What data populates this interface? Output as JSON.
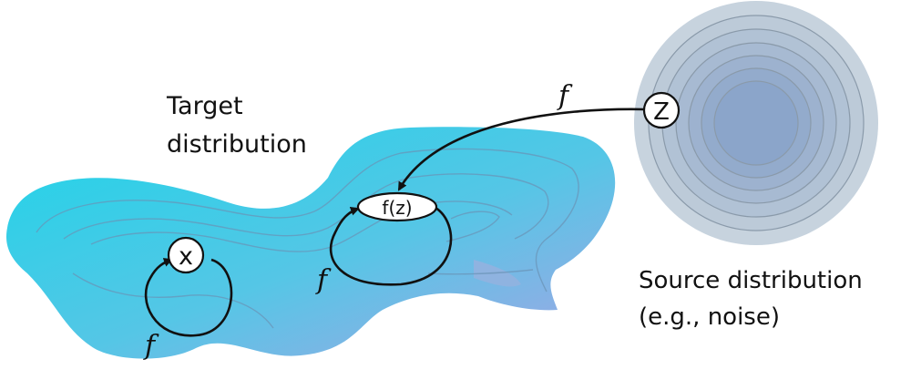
{
  "labels": {
    "target_line1": "Target",
    "target_line2": "distribution",
    "source_line1": "Source distribution",
    "source_line2": "(e.g., noise)"
  },
  "nodes": {
    "x": "x",
    "fz": "f(z)",
    "z": "Z"
  },
  "arrows": {
    "f_top": "f",
    "f_mid": "f",
    "f_bottom": "f"
  },
  "colors": {
    "target_blob_start": "#22d2e6",
    "target_blob_end": "#9aa7e4",
    "source_ring_outer": "#b8c8d6",
    "source_ring_inner": "#8ea9c8",
    "line": "#111111"
  }
}
